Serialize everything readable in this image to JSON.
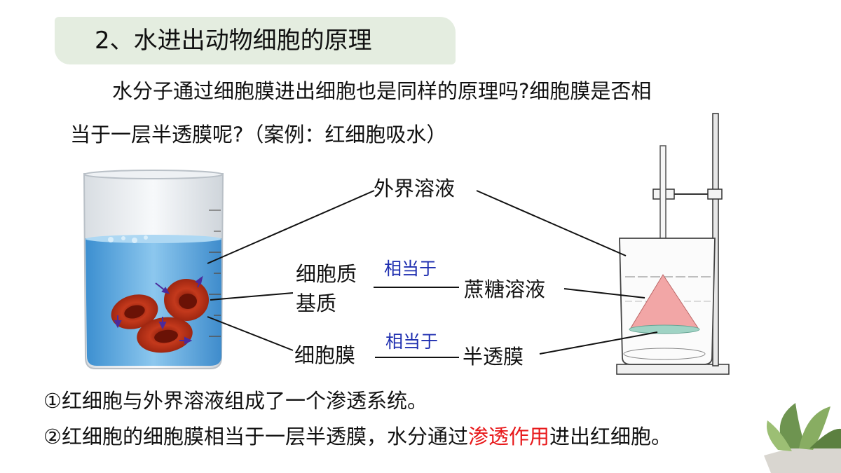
{
  "title": "2、水进出动物细胞的原理",
  "intro": {
    "line1": "水分子通过细胞膜进出细胞也是同样的原理吗?细胞膜是否相",
    "line2": "当于一层半透膜呢?（案例：红细胞吸水）"
  },
  "labels": {
    "outer_solution": "外界溶液",
    "cytoplasm_line1": "细胞质",
    "cytoplasm_line2": "基质",
    "equivalent_1": "相当于",
    "sucrose_solution": "蔗糖溶液",
    "cell_membrane": "细胞膜",
    "equivalent_2": "相当于",
    "semipermeable_membrane": "半透膜"
  },
  "conclusions": {
    "item1": "①红细胞与外界溶液组成了一个渗透系统。",
    "item2_prefix": "②红细胞的细胞膜相当于一层半透膜，水分通过",
    "item2_highlight": "渗透作用",
    "item2_suffix": "进出红细胞。"
  },
  "colors": {
    "title_bg": "#e4ede0",
    "highlight": "#e8191b",
    "equivalent_text": "#1f2fb0",
    "water": "#5aa6dc",
    "red_cell": "#b52a16",
    "funnel": "#f2a6a6"
  }
}
